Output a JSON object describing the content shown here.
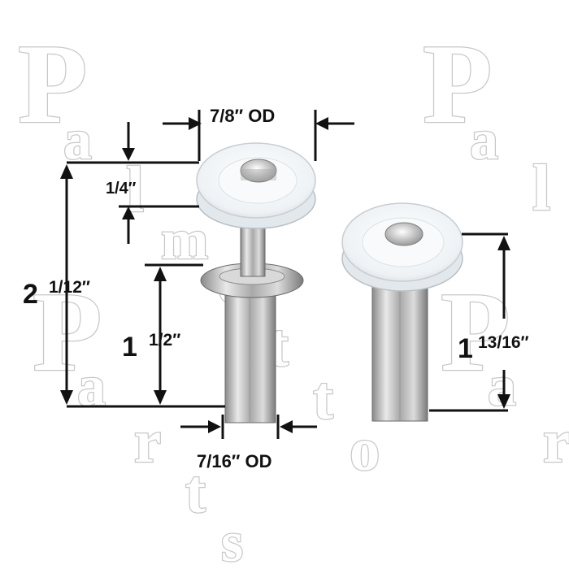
{
  "watermark": {
    "letters": [
      "P",
      "a",
      "l",
      "m",
      "e",
      "t",
      "t",
      "o",
      "P",
      "a",
      "r",
      "t",
      "s",
      "P",
      "a",
      "l",
      "P",
      "a",
      "r"
    ],
    "color": "#c8c8c8"
  },
  "dimensions": {
    "top_od": "7/8″ OD",
    "cap": "1/4″",
    "overall_whole": "2",
    "overall_frac": "1/12″",
    "stem_whole": "1",
    "stem_frac": "1/2″",
    "right_whole": "1",
    "right_frac": "13/16″",
    "bottom_od": "7/16″ OD"
  },
  "colors": {
    "ink": "#111111",
    "cap": "#f4f6f8",
    "chrome_light": "#e8e8e8",
    "chrome_dark": "#7a7a7a"
  }
}
